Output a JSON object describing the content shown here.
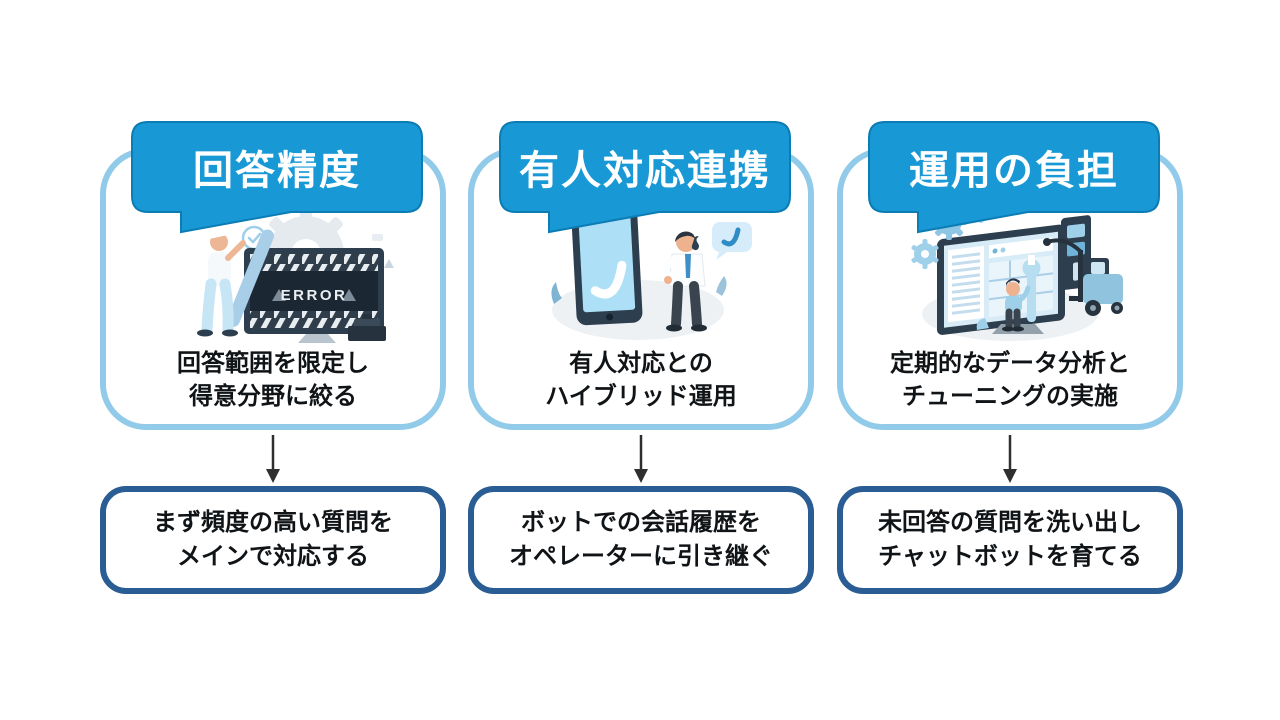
{
  "slide": {
    "background": "#ffffff"
  },
  "colors": {
    "bubble_fill": "#1899d6",
    "bubble_outline": "#0c7cb5",
    "card_border": "#92cbe9",
    "result_border": "#2a5d93",
    "arrow": "#2f2f2f",
    "body_text": "#101417",
    "title_text": "#ffffff"
  },
  "columns": [
    {
      "title": "回答精度",
      "caption_line1": "回答範囲を限定し",
      "caption_line2": "得意分野に絞る",
      "illustration": "error-monitor",
      "error_label": "ERROR",
      "result_line1": "まず頻度の高い質問を",
      "result_line2": "メインで対応する"
    },
    {
      "title": "有人対応連携",
      "caption_line1": "有人対応との",
      "caption_line2": "ハイブリッド運用",
      "illustration": "phone-operator",
      "result_line1": "ボットでの会話履歴を",
      "result_line2": "オペレーターに引き継ぐ"
    },
    {
      "title": "運用の負担",
      "caption_line1": "定期的なデータ分析と",
      "caption_line2": "チューニングの実施",
      "illustration": "data-maintenance",
      "result_line1": "未回答の質問を洗い出し",
      "result_line2": "チャットボットを育てる"
    }
  ]
}
